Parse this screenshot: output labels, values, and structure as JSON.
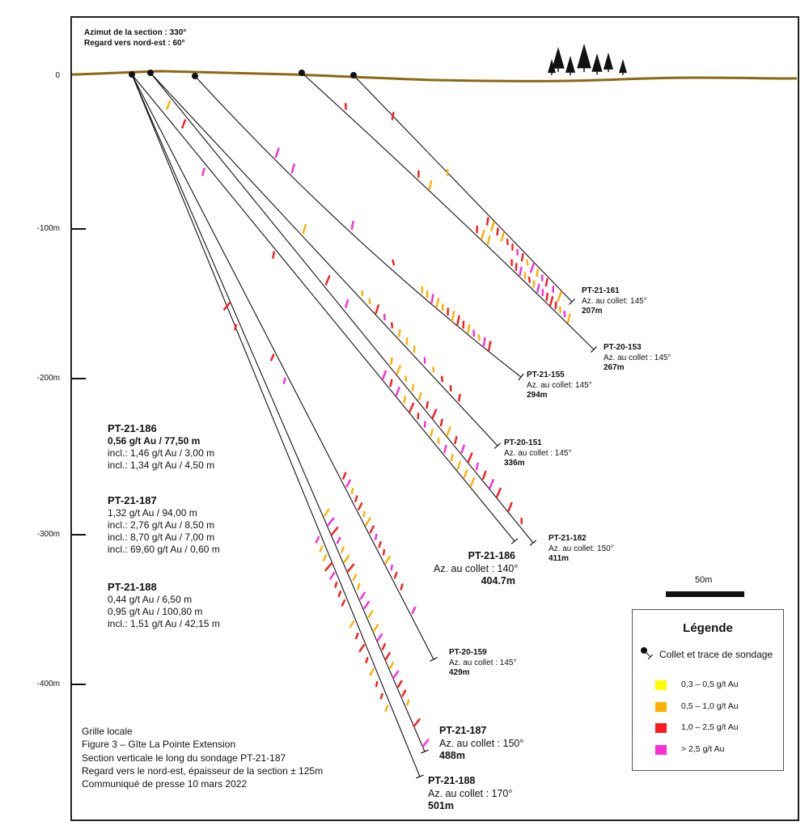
{
  "header": {
    "azimuth": "Azimut de la section : 330°",
    "view": "Regard vers nord-est : 60°"
  },
  "depth_axis": {
    "labels": [
      "0",
      "-100m",
      "-200m",
      "-300m",
      "-400m"
    ],
    "values": [
      0,
      -100,
      -200,
      -300,
      -400
    ]
  },
  "scale_bar": {
    "label": "50m",
    "length_m": 50
  },
  "colors": {
    "ground": "#8b6914",
    "yellow": "#ffff00",
    "orange": "#ffb000",
    "red": "#ff1a1a",
    "magenta": "#ff2bd6",
    "trace": "#111111",
    "trees": "#111111"
  },
  "drillholes": [
    {
      "id": "PT-21-161",
      "azimuth": "Az. au collet: 145°",
      "length": "207m"
    },
    {
      "id": "PT-20-153",
      "azimuth": "Az. au collet : 145°",
      "length": "267m"
    },
    {
      "id": "PT-21-155",
      "azimuth": "Az. au collet: 145°",
      "length": "294m"
    },
    {
      "id": "PT-20-151",
      "azimuth": "Az. au collet : 145°",
      "length": "336m"
    },
    {
      "id": "PT-21-182",
      "azimuth": "Az. au collet: 150°",
      "length": "411m"
    },
    {
      "id": "PT-21-186",
      "azimuth": "Az. au collet : 140°",
      "length": "404.7m"
    },
    {
      "id": "PT-20-159",
      "azimuth": "Az. au collet : 145°",
      "length": "429m"
    },
    {
      "id": "PT-21-187",
      "azimuth": "Az. au collet : 150°",
      "length": "488m"
    },
    {
      "id": "PT-21-188",
      "azimuth": "Az. au collet : 170°",
      "length": "501m"
    }
  ],
  "results": [
    {
      "title": "PT-21-186",
      "lines": [
        "0,56 g/t Au / 77,50 m",
        "incl.: 1,46 g/t Au / 3,00 m",
        "incl.: 1,34 g/t Au / 4,50 m"
      ]
    },
    {
      "title": "PT-21-187",
      "lines": [
        "1,32 g/t Au / 94,00 m",
        "incl.: 2,76 g/t Au / 8,50 m",
        "incl.: 8,70 g/t Au / 7,00 m",
        "incl.: 69,60 g/t Au / 0,60 m"
      ]
    },
    {
      "title": "PT-21-188",
      "lines": [
        "0,44 g/t Au / 6,50 m",
        "0,95 g/t Au / 100,80 m",
        "incl.: 1,51 g/t Au / 42,15 m"
      ]
    }
  ],
  "legend": {
    "title": "Légende",
    "collar": "Collet et trace de sondage",
    "items": [
      {
        "label": "0,3 – 0,5 g/t Au",
        "color": "#ffff00"
      },
      {
        "label": "0,5 – 1,0 g/t Au",
        "color": "#ffb000"
      },
      {
        "label": "1,0 – 2,5 g/t Au",
        "color": "#ff1a1a"
      },
      {
        "label": "> 2,5 g/t Au",
        "color": "#ff2bd6"
      }
    ]
  },
  "footer": [
    "Grille locale",
    "Figure 3 – Gîte La Pointe Extension",
    "Section verticale le long du sondage PT-21-187",
    "Regard vers le nord-est, épaisseur de la section ± 125m",
    "Communiqué de presse 10 mars 2022"
  ]
}
